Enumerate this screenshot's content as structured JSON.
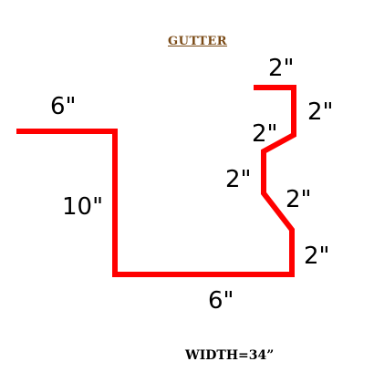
{
  "title": "GUTTER",
  "dimensions": {
    "top_left": "6\"",
    "left_vertical": "10\"",
    "bottom": "6\"",
    "top_right": "2\"",
    "right_upper": "2\"",
    "inner_diag_upper": "2\"",
    "inner_vertical": "2\"",
    "inner_diag_lower": "2\"",
    "right_lower": "2\""
  },
  "total_width": "WIDTH=34”",
  "colors": {
    "profile_line": "#ff0000",
    "title": "#7a4a16",
    "text": "#000000"
  }
}
